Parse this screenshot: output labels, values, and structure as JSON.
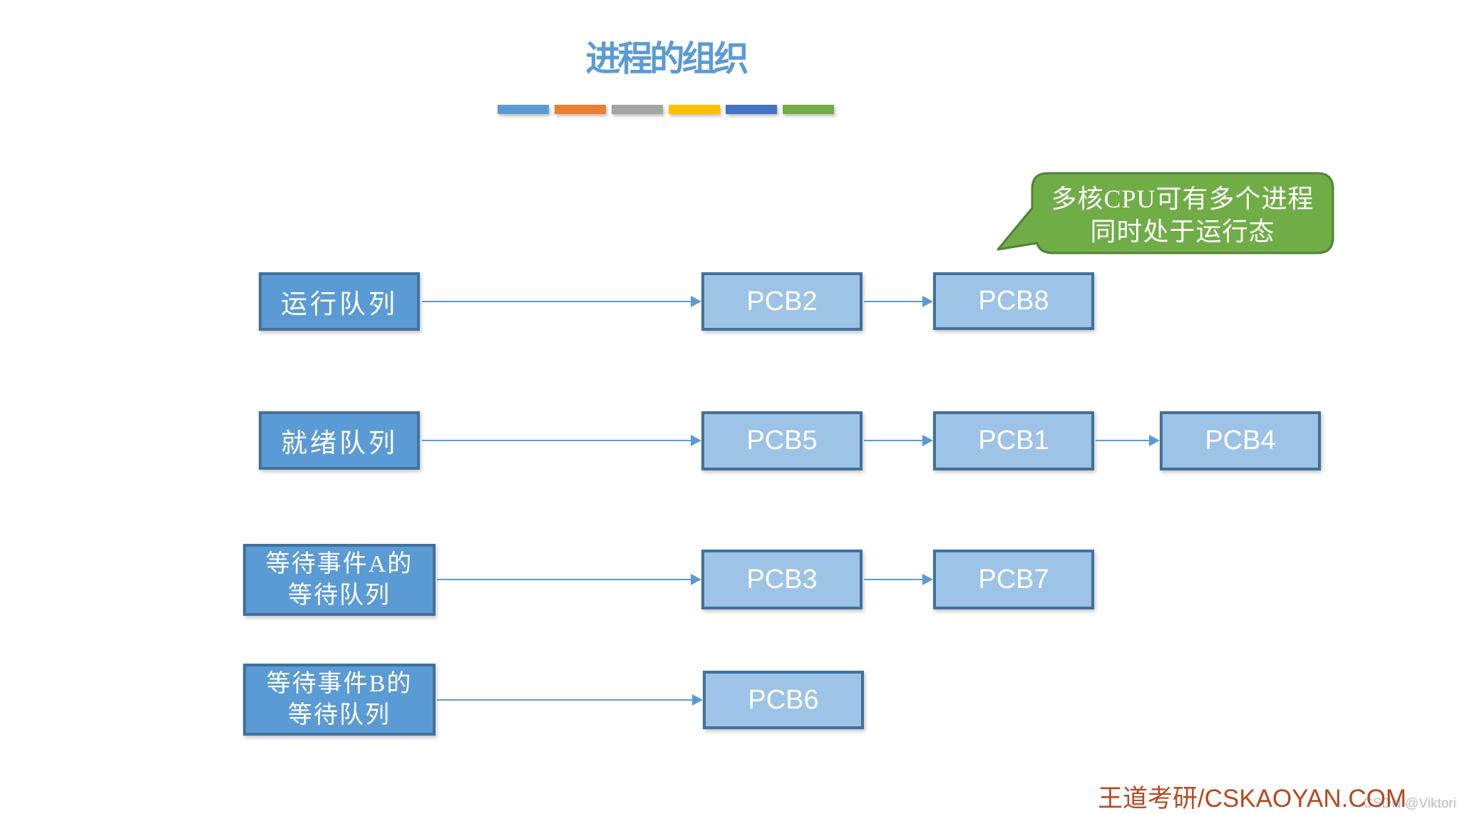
{
  "slide": {
    "title": "进程的组织",
    "accent_bar_colors": [
      "#5B9BD5",
      "#ED7D31",
      "#A5A5A5",
      "#FFC000",
      "#4472C4",
      "#70AD47"
    ]
  },
  "callout": {
    "line1": "多核CPU可有多个进程",
    "line2": "同时处于运行态",
    "fill": "#70AD47",
    "border": "#548235",
    "text_color": "#FFFFFF"
  },
  "queues": {
    "running": {
      "label": "运行队列"
    },
    "ready": {
      "label": "就绪队列"
    },
    "wait_a": {
      "line1": "等待事件A的",
      "line2": "等待队列"
    },
    "wait_b": {
      "line1": "等待事件B的",
      "line2": "等待队列"
    }
  },
  "pcb_nodes": {
    "row_running": [
      "PCB2",
      "PCB8"
    ],
    "row_ready": [
      "PCB5",
      "PCB1",
      "PCB4"
    ],
    "row_wait_a": [
      "PCB3",
      "PCB7"
    ],
    "row_wait_b": [
      "PCB6"
    ]
  },
  "colors": {
    "title_blue": "#5B9BD5",
    "queue_fill": "#5B9BD5",
    "pcb_fill": "#9DC3E6",
    "box_border": "#41719C",
    "arrow_blue": "#5B9BD5",
    "brand_red": "#B5491F",
    "csdn_gray": "#B9BEC5"
  },
  "watermarks": {
    "brand": "王道考研/CSKAOYAN.COM",
    "csdn": "CSDN @Viktoriae"
  }
}
